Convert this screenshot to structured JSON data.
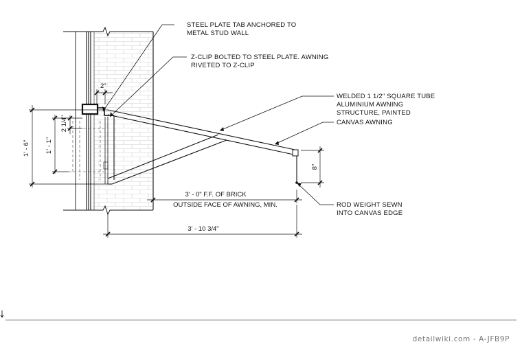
{
  "notes": {
    "plate_tab_line1": "STEEL  PLATE TAB ANCHORED TO",
    "plate_tab_line2": "METAL STUD WALL",
    "zclip_line1": "Z-CLIP BOLTED TO STEEL PLATE. AWNING",
    "zclip_line2": "RIVETED TO Z-CLIP",
    "tube_line1": "WELDED  1 1/2\" SQUARE TUBE",
    "tube_line2": "ALUMINIUM AWNING",
    "tube_line3": "STRUCTURE, PAINTED",
    "canvas": "CANVAS AWNING",
    "rod_line1": "ROD WEIGHT SEWN",
    "rod_line2": "INTO CANVAS  EDGE"
  },
  "dimensions": {
    "plate_width": "2\"",
    "overall_height": "1' - 6\"",
    "inner_height": "1' - 1\"",
    "offset": "2 1/4\"",
    "drop": "8\"",
    "projection_from_brick": "3' - 0\" F.F. OF BRICK",
    "projection_note": "OUTSIDE FACE OF AWNING, MIN.",
    "overall_projection": "3' - 10 3/4\""
  },
  "watermark": "detailwiki.com - A-JFB9P"
}
